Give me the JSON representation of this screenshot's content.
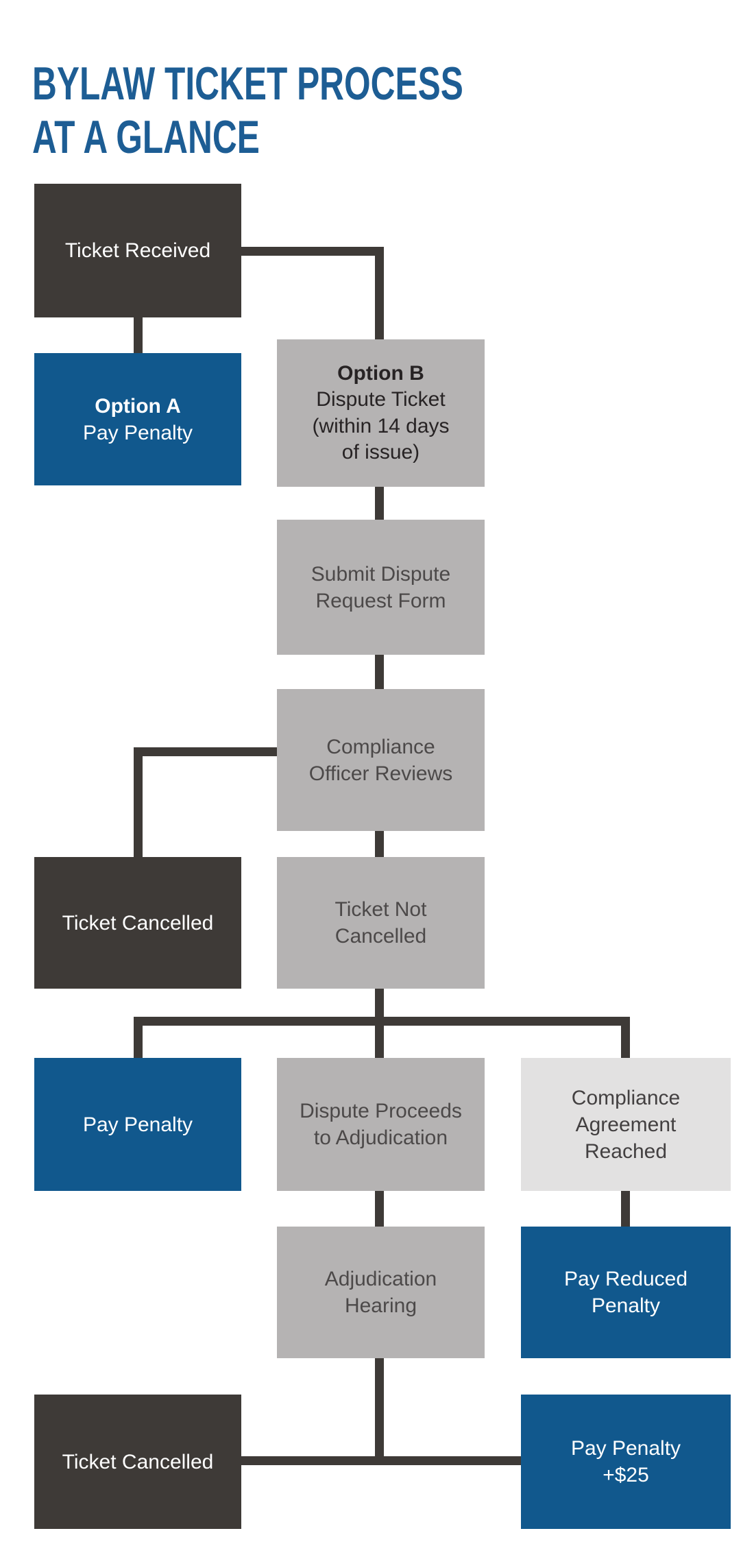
{
  "title": {
    "text": "BYLAW TICKET PROCESS\nAT A GLANCE"
  },
  "colors": {
    "title-blue": "#1d5d94",
    "blue": "#11588d",
    "dark": "#3e3a37",
    "gray": "#b5b3b3",
    "light": "#e2e1e1",
    "line": "#3e3a37",
    "gray-text": "#4c4949",
    "emph-text": "#272324",
    "light-text": "#434041"
  },
  "nodes": [
    {
      "id": "ticket-received",
      "variant": "dark",
      "label": "Ticket Received"
    },
    {
      "id": "option-a",
      "variant": "blue",
      "heading": "Option A",
      "label": "Pay Penalty"
    },
    {
      "id": "option-b",
      "variant": "gray",
      "heading": "Option B",
      "label": "Dispute Ticket\n(within 14 days\nof issue)"
    },
    {
      "id": "submit-dispute-request",
      "variant": "gray",
      "label": "Submit Dispute\nRequest Form"
    },
    {
      "id": "compliance-officer-reviews",
      "variant": "gray",
      "label": "Compliance\nOfficer Reviews"
    },
    {
      "id": "ticket-cancelled-first",
      "variant": "dark",
      "label": "Ticket Cancelled"
    },
    {
      "id": "ticket-not-cancelled",
      "variant": "gray",
      "label": "Ticket Not\nCancelled"
    },
    {
      "id": "pay-penalty",
      "variant": "blue",
      "label": "Pay Penalty"
    },
    {
      "id": "dispute-proceeds",
      "variant": "gray",
      "label": "Dispute Proceeds\nto Adjudication"
    },
    {
      "id": "compliance-agreement",
      "variant": "light",
      "label": "Compliance\nAgreement\nReached"
    },
    {
      "id": "adjudication-hearing",
      "variant": "gray",
      "label": "Adjudication\nHearing"
    },
    {
      "id": "pay-reduced-penalty",
      "variant": "blue",
      "label": "Pay Reduced\nPenalty"
    },
    {
      "id": "ticket-cancelled-second",
      "variant": "dark",
      "label": "Ticket Cancelled"
    },
    {
      "id": "pay-penalty-plus-25",
      "variant": "blue",
      "label": "Pay Penalty\n+$25"
    }
  ]
}
